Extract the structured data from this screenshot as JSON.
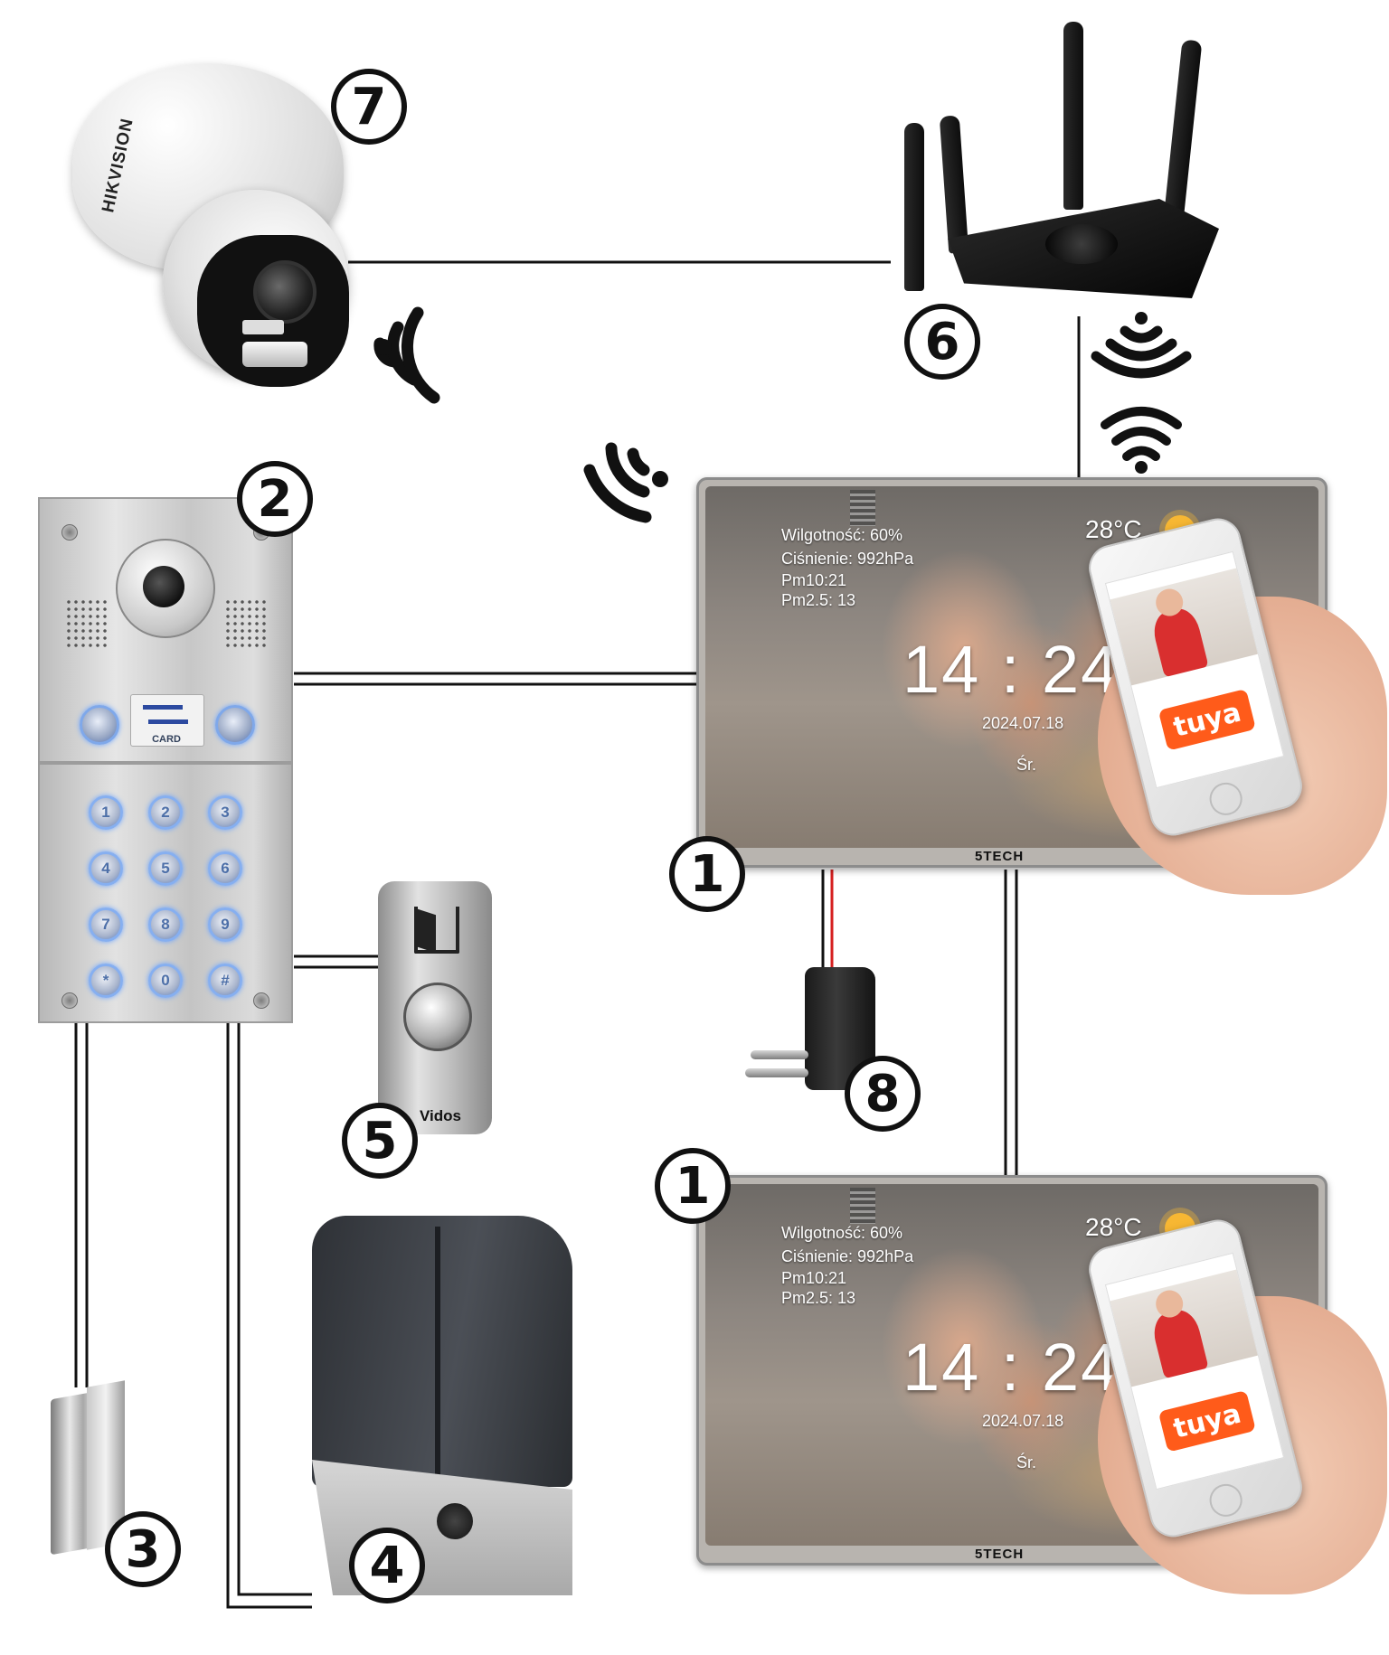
{
  "callouts": {
    "n1": "1",
    "n2": "2",
    "n3": "3",
    "n4": "4",
    "n5": "5",
    "n6": "6",
    "n7": "7",
    "n8": "8"
  },
  "camera": {
    "brand": "HIKVISION"
  },
  "door_station": {
    "card_label": "CARD",
    "keys": [
      "1",
      "2",
      "3",
      "4",
      "5",
      "6",
      "7",
      "8",
      "9",
      "*",
      "0",
      "#"
    ]
  },
  "exit_button": {
    "brand": "Vidos"
  },
  "monitor": {
    "humidity": "Wilgotność: 60%",
    "pressure": "Ciśnienie: 992hPa",
    "pm10": "Pm10:21",
    "pm25": "Pm2.5: 13",
    "temperature": "28°C",
    "time": "14 : 24",
    "date": "2024.07.18",
    "weekday": "Śr.",
    "logo": "5TECH"
  },
  "phone": {
    "app_label": "tuya"
  },
  "icons": {
    "camera_wireless": "wifi-waves-icon",
    "router_wireless": "wifi-waves-icon",
    "monitor_wifi": "wifi-icon",
    "weather": "sun-cloud-icon"
  },
  "colors": {
    "line": "#111111",
    "tuya": "#ff5b1a",
    "power_wire": "#d62020"
  }
}
